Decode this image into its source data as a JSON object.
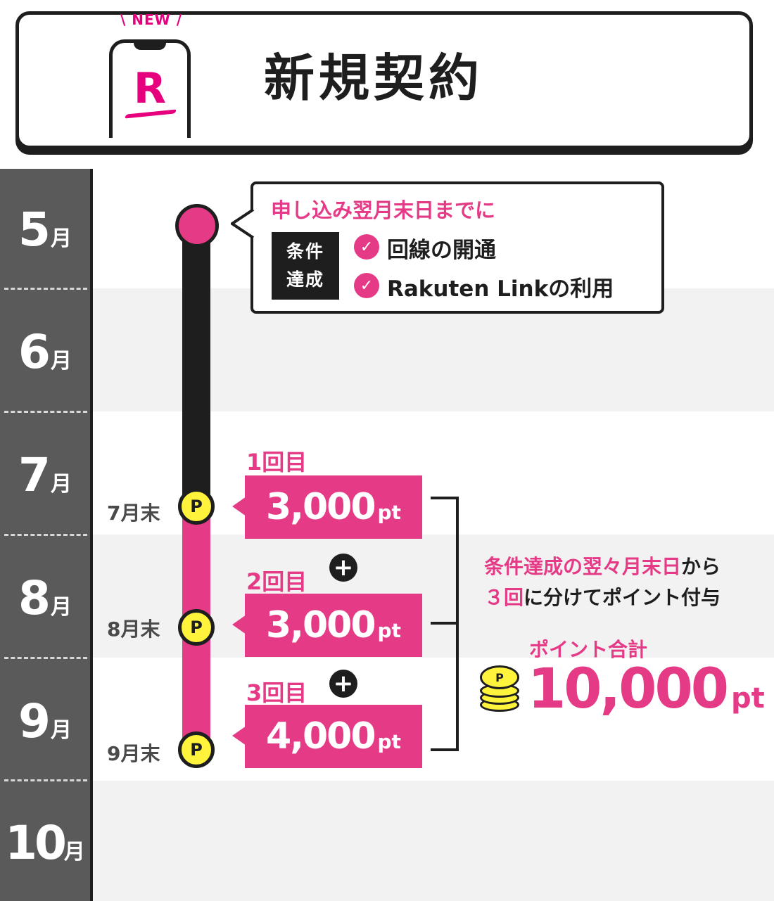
{
  "header": {
    "badge": "\\ NEW /",
    "logo_letter": "R",
    "title": "新規契約"
  },
  "months": [
    {
      "num": "5",
      "unit": "月"
    },
    {
      "num": "6",
      "unit": "月"
    },
    {
      "num": "7",
      "unit": "月"
    },
    {
      "num": "8",
      "unit": "月"
    },
    {
      "num": "9",
      "unit": "月"
    },
    {
      "num": "10",
      "unit": "月"
    }
  ],
  "callout": {
    "title": "申し込み翌月末日までに",
    "condition_label_1": "条件",
    "condition_label_2": "達成",
    "conditions": [
      "回線の開通",
      "Rakuten Linkの利用"
    ]
  },
  "payouts": [
    {
      "round": "1回目",
      "amount": "3,000",
      "unit": "pt",
      "end_label": "7月末"
    },
    {
      "round": "2回目",
      "amount": "3,000",
      "unit": "pt",
      "end_label": "8月末"
    },
    {
      "round": "3回目",
      "amount": "4,000",
      "unit": "pt",
      "end_label": "9月末"
    }
  ],
  "point_icon": "P",
  "plus_symbol": "+",
  "check_symbol": "✓",
  "note": {
    "line1_hl": "条件達成の翌々月末日",
    "line1_rest": "から",
    "line2_hl": "３回",
    "line2_rest": "に分けてポイント付与"
  },
  "total": {
    "label": "ポイント合計",
    "amount": "10,000",
    "unit": "pt"
  },
  "colors": {
    "pink": "#e53a86",
    "logo_pink": "#e6007e",
    "yellow": "#fff33b",
    "dark": "#1e1e1e",
    "sidebar": "#5a5a5a",
    "band_gray": "#f2f2f2"
  }
}
